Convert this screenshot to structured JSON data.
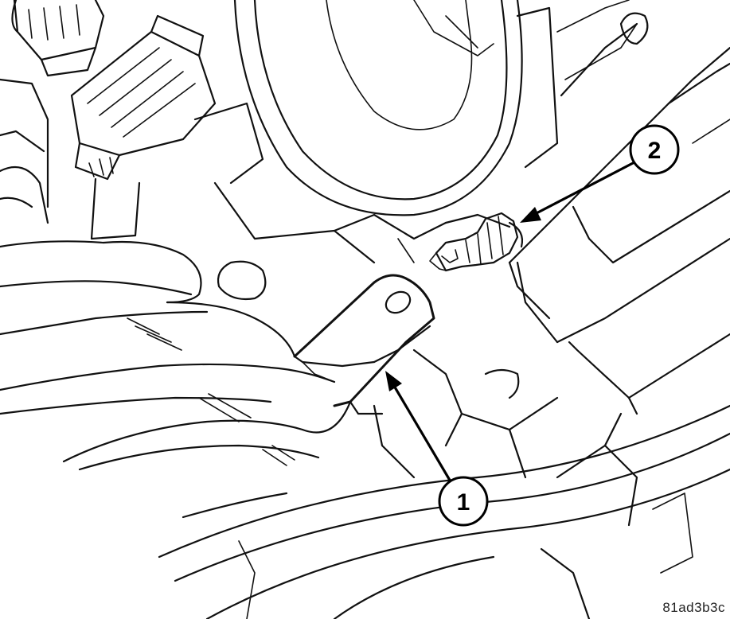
{
  "figure": {
    "id_label": "81ad3b3c"
  },
  "callouts": [
    {
      "number": "1"
    },
    {
      "number": "2"
    }
  ],
  "colors": {
    "line": "#111111",
    "background": "#ffffff"
  }
}
